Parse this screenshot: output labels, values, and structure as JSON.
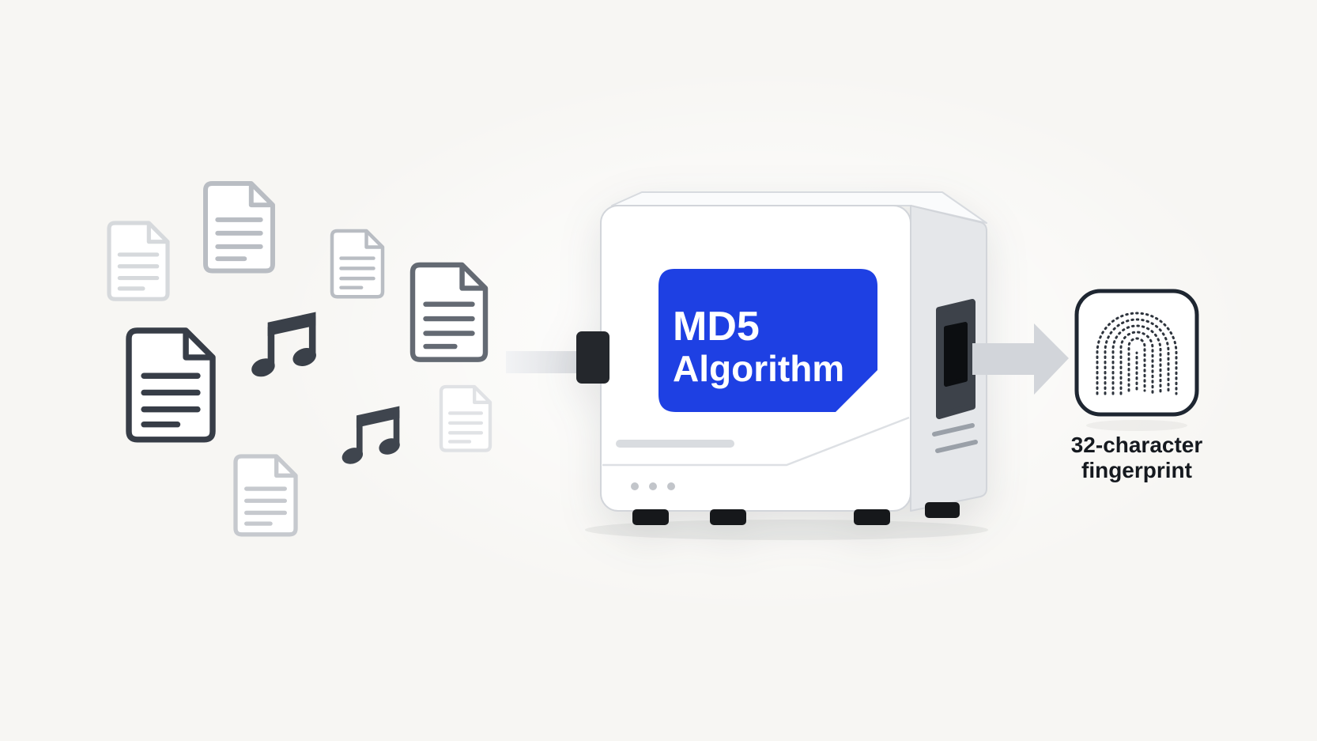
{
  "machine": {
    "label_line1": "MD5",
    "label_line2": "Algorithm"
  },
  "output": {
    "caption_line1": "32-character",
    "caption_line2": "fingerprint"
  },
  "colors": {
    "background": "#f7f6f3",
    "panel_blue": "#1e40e3",
    "machine_front": "#ffffff",
    "machine_side": "#e5e7ea",
    "arrow_gray": "#d2d5da",
    "ink_dark": "#1e2631",
    "doc_dark": "#373d47",
    "doc_light": "#c6c9ce"
  },
  "icons": {
    "inputs": [
      "document-icon",
      "music-note-icon"
    ],
    "machine": "hash-machine",
    "flow": "arrow-right-icon",
    "output": "fingerprint-icon"
  }
}
